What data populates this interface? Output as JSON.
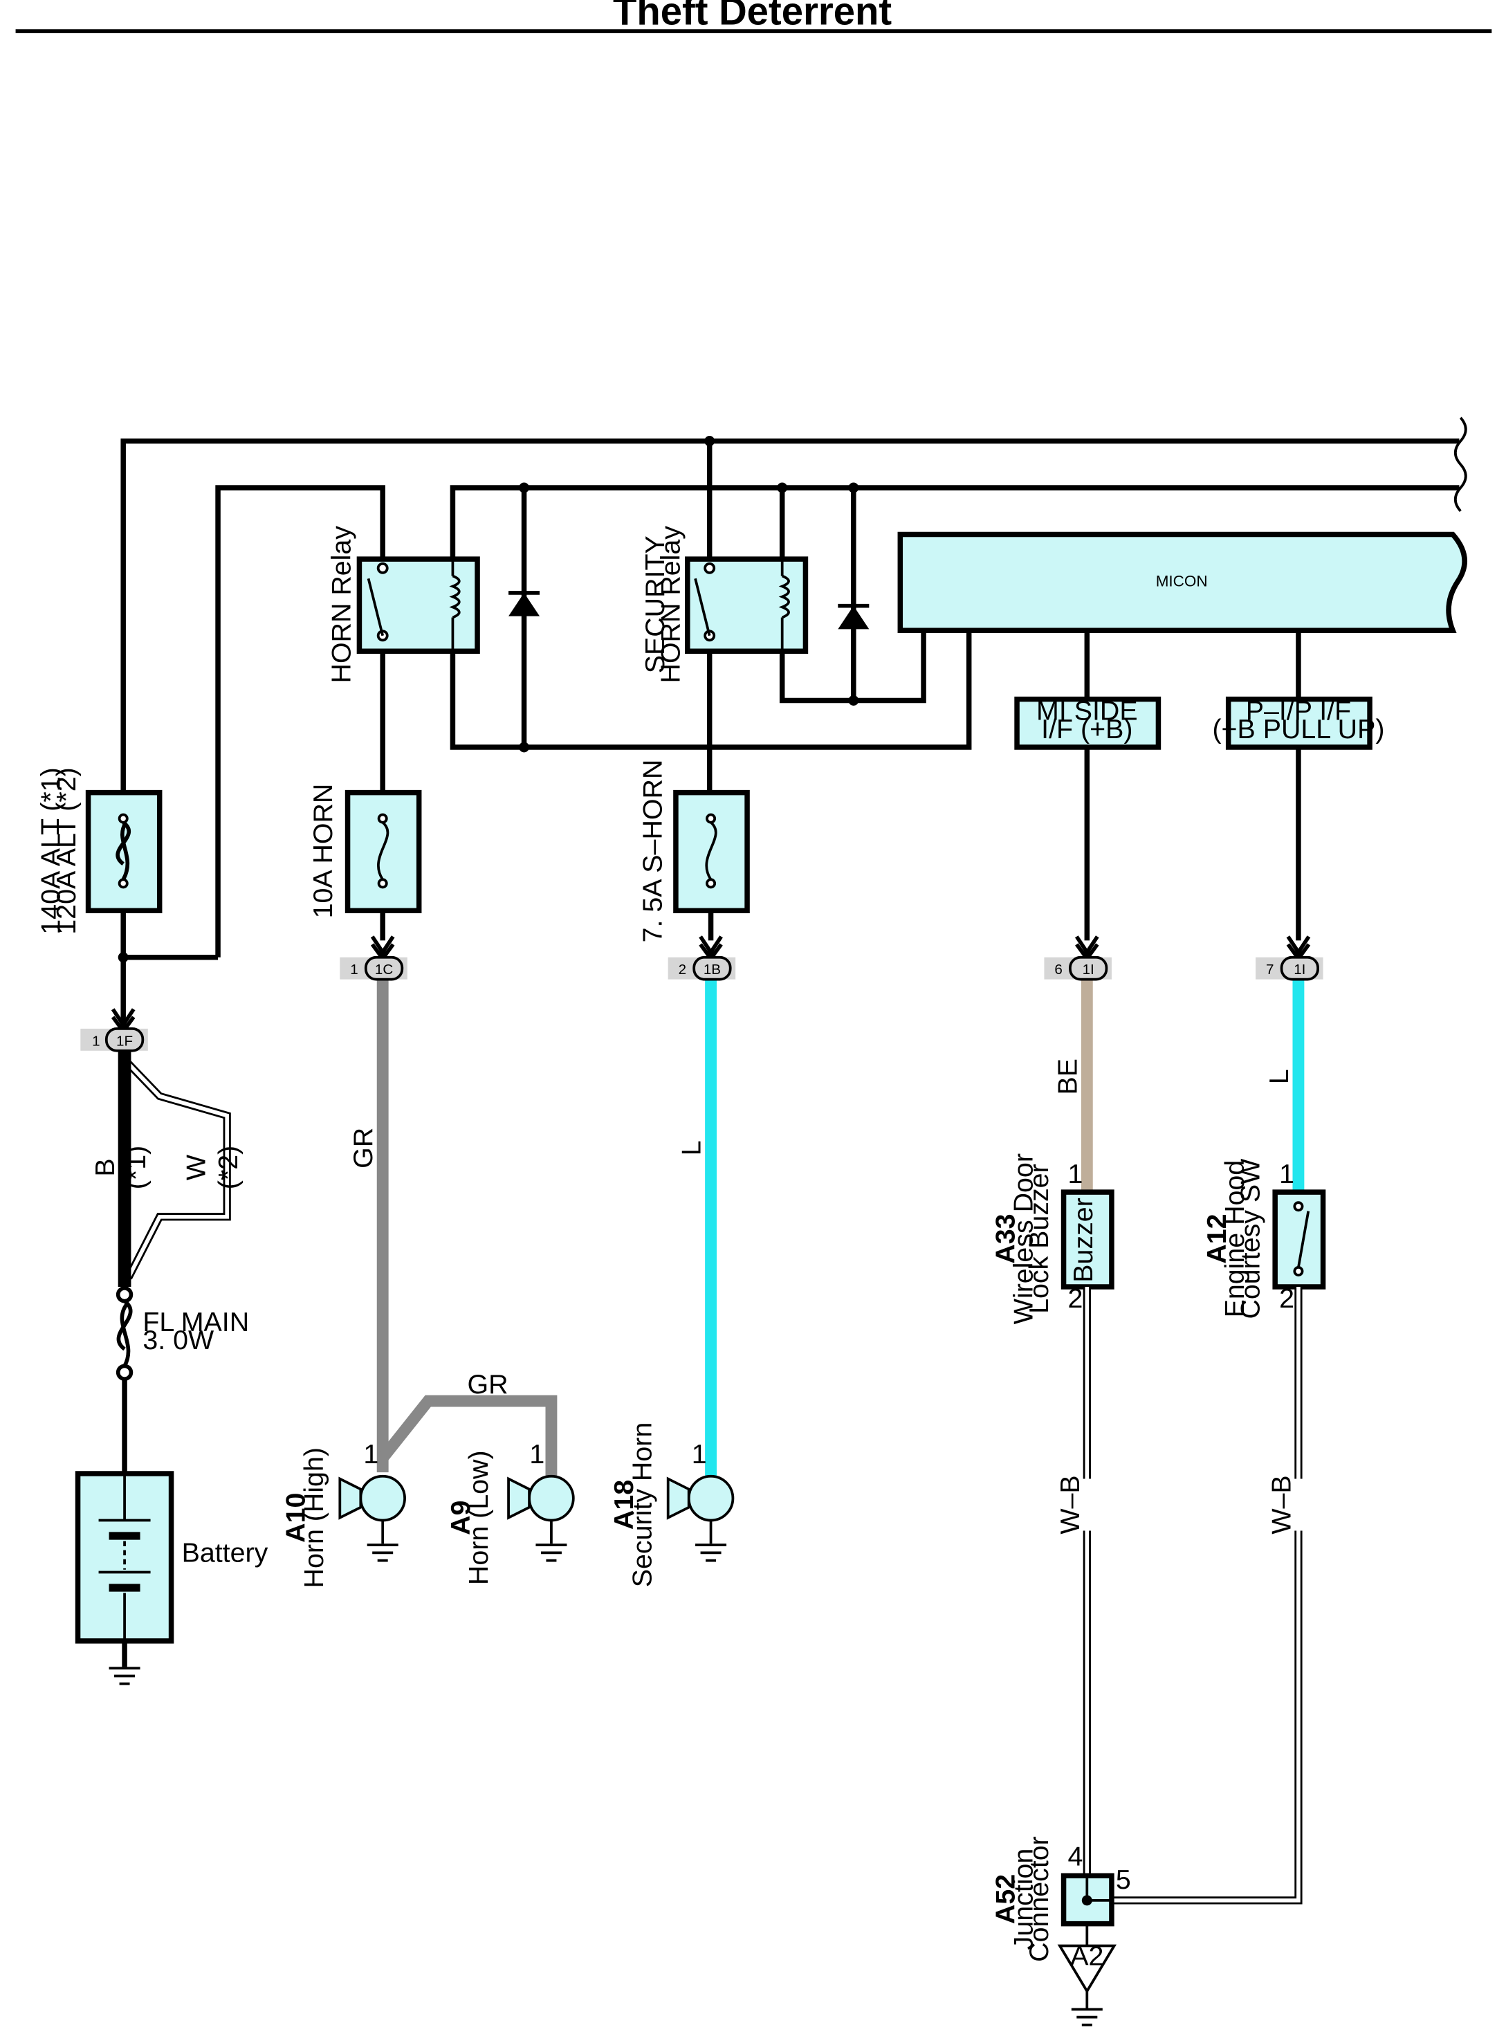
{
  "title": "Theft Deterrent",
  "micon": {
    "label": "MICON"
  },
  "relays": {
    "horn": {
      "label": "HORN Relay"
    },
    "security_horn": {
      "line1": "SECURITY",
      "line2": "HORN Relay"
    }
  },
  "fuses": {
    "alt": {
      "line1": "140A ALT (*1)",
      "line2": "120A ALT (*2)"
    },
    "horn": {
      "label": "10A HORN"
    },
    "shorn": {
      "label": "7. 5A S–HORN"
    },
    "fl_main": {
      "line1": "FL MAIN",
      "line2": "3. 0W"
    }
  },
  "interfaces": {
    "mi_side": {
      "line1": "MI SIDE",
      "line2": "I/F (+B)"
    },
    "pip": {
      "line1": "P–I/P I/F",
      "line2": "(+B PULL UP)"
    }
  },
  "connectors": {
    "c1F": {
      "pin": "1",
      "code": "1F"
    },
    "c1C": {
      "pin": "1",
      "code": "1C"
    },
    "c1B": {
      "pin": "2",
      "code": "1B"
    },
    "c1I_a": {
      "pin": "6",
      "code": "1I"
    },
    "c1I_b": {
      "pin": "7",
      "code": "1I"
    }
  },
  "wires": {
    "b": "B",
    "star1": "(*1)",
    "w": "W",
    "star2": "(*2)",
    "gr_main": "GR",
    "gr_low": "GR",
    "l_shorn": "L",
    "be": "BE",
    "l_hood": "L",
    "wb_buzzer": "W–B",
    "wb_hood": "W–B"
  },
  "components": {
    "battery": {
      "label": "Battery"
    },
    "horn_high": {
      "code": "A10",
      "name": "Horn (High)",
      "pin": "1"
    },
    "horn_low": {
      "code": "A9",
      "name": "Horn (Low)",
      "pin": "1"
    },
    "security_horn": {
      "code": "A18",
      "name": "Security Horn",
      "pin": "1"
    },
    "buzzer": {
      "code": "A33",
      "line1": "Wireless Door",
      "line2": "Lock Buzzer",
      "inner": "Buzzer",
      "pin_top": "1",
      "pin_bottom": "2"
    },
    "hood_sw": {
      "code": "A12",
      "line1": "Engine Hood",
      "line2": "Courtesy SW",
      "pin_top": "1",
      "pin_bottom": "2"
    },
    "junction": {
      "code": "A52",
      "line1": "Junction",
      "line2": "Connector",
      "pin4": "4",
      "pin5": "5"
    },
    "ground_a2": {
      "label": "A2"
    }
  },
  "colors": {
    "box_fill": "#ccf7f7",
    "wire_gray": "#888888",
    "wire_cyan": "#22e6ee",
    "wire_beige": "#bfae9a",
    "connector_bg": "#d6d6d6"
  }
}
